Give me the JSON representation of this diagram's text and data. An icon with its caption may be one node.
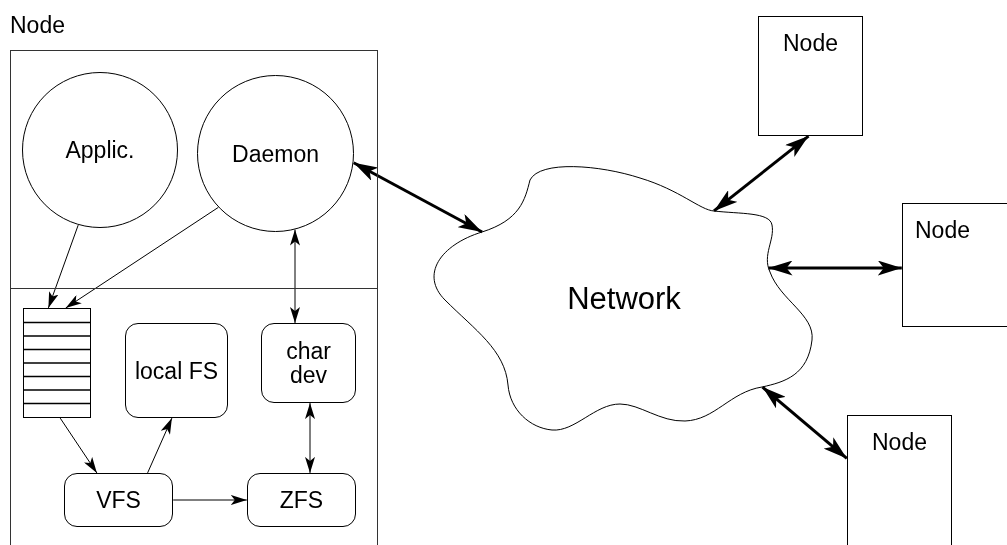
{
  "diagram": {
    "nodes": [
      {
        "text": [
          "Node"
        ]
      },
      {
        "text": [
          "Applic."
        ],
        "in": 0
      },
      {
        "text": [
          "Daemon"
        ],
        "in": 0
      },
      {
        "text": [],
        "shape": "box",
        "in": 0
      },
      {
        "text": [
          "local FS"
        ],
        "in": 0
      },
      {
        "text": [
          "char dev"
        ],
        "in": 0
      },
      {
        "text": [
          "VFS"
        ],
        "in": 0
      },
      {
        "text": [
          "ZFS"
        ],
        "in": 0
      },
      {
        "text": [
          "Network"
        ]
      },
      {
        "text": [
          "Node"
        ]
      },
      {
        "text": [
          "Node"
        ]
      },
      {
        "text": [
          "Node"
        ]
      }
    ],
    "edges": [
      {
        "from": 1,
        "to": 3,
        "arrow": "to"
      },
      {
        "from": 2,
        "to": 3,
        "arrow": "to"
      },
      {
        "from": 2,
        "to": 5,
        "arrow": "both"
      },
      {
        "from": 3,
        "to": 6,
        "arrow": "to"
      },
      {
        "from": 6,
        "to": 4,
        "arrow": "to"
      },
      {
        "from": 6,
        "to": 7,
        "arrow": "to"
      },
      {
        "from": 5,
        "to": 7,
        "arrow": "both"
      },
      {
        "from": 2,
        "to": 8,
        "arrow": "both",
        "style": "thick"
      },
      {
        "from": 8,
        "to": 9,
        "arrow": "both",
        "style": "thick"
      },
      {
        "from": 8,
        "to": 10,
        "arrow": "both",
        "style": "thick"
      },
      {
        "from": 8,
        "to": 11,
        "arrow": "both",
        "style": "thick"
      }
    ]
  }
}
